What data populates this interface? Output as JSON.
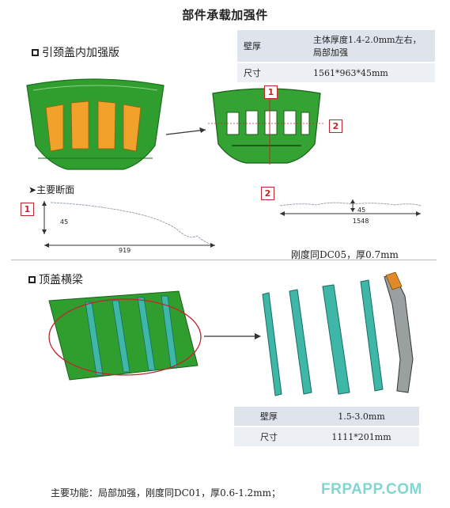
{
  "title": "部件承载加强件",
  "section1": {
    "heading": "引颈盖内加强版",
    "specs": [
      {
        "key": "壁厚",
        "value": "主体厚度1.4-2.0mm左右，局部加强"
      },
      {
        "key": "尺寸",
        "value": "1561*963*45mm"
      }
    ],
    "sub_heading": "主要断面",
    "callouts": [
      "1",
      "2"
    ],
    "dims": {
      "d1": "45",
      "d2": "919",
      "d3": "45",
      "d4": "1548"
    },
    "note": "刚度同DC05，厚0.7mm"
  },
  "section2": {
    "heading": "顶盖横梁",
    "specs": [
      {
        "key": "壁厚",
        "value": "1.5-3.0mm"
      },
      {
        "key": "尺寸",
        "value": "1111*201mm"
      }
    ]
  },
  "footer": {
    "text": "主要功能：局部加强，刚度同DC01，厚0.6-1.2mm；",
    "watermark": "FRPAPP.COM"
  },
  "colors": {
    "part_green": "#2f9e2e",
    "insert_orange": "#f0a22a",
    "callout_red": "#c0262d",
    "beam_teal": "#3fb7a8"
  }
}
